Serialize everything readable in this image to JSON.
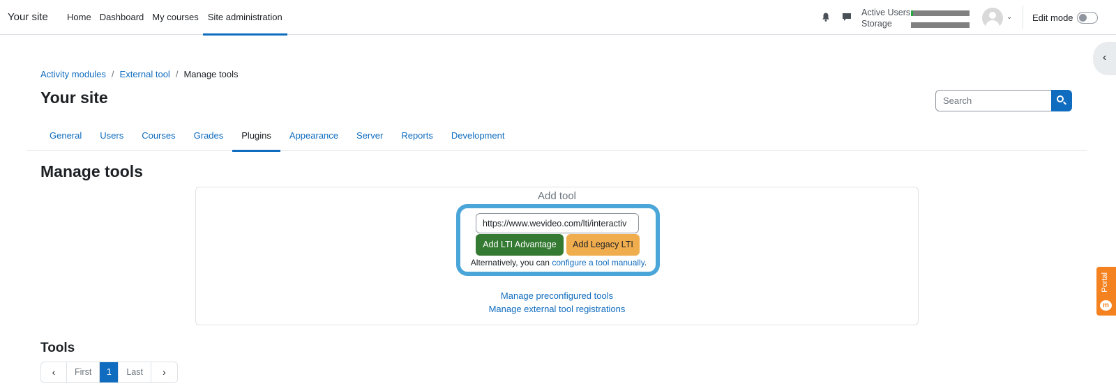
{
  "navbar": {
    "brand": "Your site",
    "items": [
      {
        "label": "Home"
      },
      {
        "label": "Dashboard"
      },
      {
        "label": "My courses"
      },
      {
        "label": "Site administration"
      }
    ],
    "usage": {
      "active_users_label": "Active Users",
      "storage_label": "Storage"
    },
    "edit_mode_label": "Edit mode"
  },
  "breadcrumb": {
    "items": [
      "Activity modules",
      "External tool"
    ],
    "current": "Manage tools",
    "separator": "/"
  },
  "site_title": "Your site",
  "search": {
    "placeholder": "Search"
  },
  "secondary_nav": {
    "tabs": [
      {
        "label": "General"
      },
      {
        "label": "Users"
      },
      {
        "label": "Courses"
      },
      {
        "label": "Grades"
      },
      {
        "label": "Plugins"
      },
      {
        "label": "Appearance"
      },
      {
        "label": "Server"
      },
      {
        "label": "Reports"
      },
      {
        "label": "Development"
      }
    ]
  },
  "page_heading": "Manage tools",
  "add_tool": {
    "title": "Add tool",
    "url_value": "https://www.wevideo.com/lti/interactiv",
    "advantage_button": "Add LTI Advantage",
    "legacy_button": "Add Legacy LTI",
    "alt_prefix": "Alternatively, you can",
    "alt_link": "configure a tool manually",
    "alt_suffix": ".",
    "link_preconfigured": "Manage preconfigured tools",
    "link_registrations": "Manage external tool registrations"
  },
  "tools_heading": "Tools",
  "pagination": {
    "first": "First",
    "page": "1",
    "last": "Last"
  },
  "portal_tab": "Portal",
  "colors": {
    "primary": "#0f6cbf",
    "success": "#357a32",
    "warning": "#f0ad4e",
    "highlight": "#4aa6d8",
    "portal": "#f58220"
  }
}
